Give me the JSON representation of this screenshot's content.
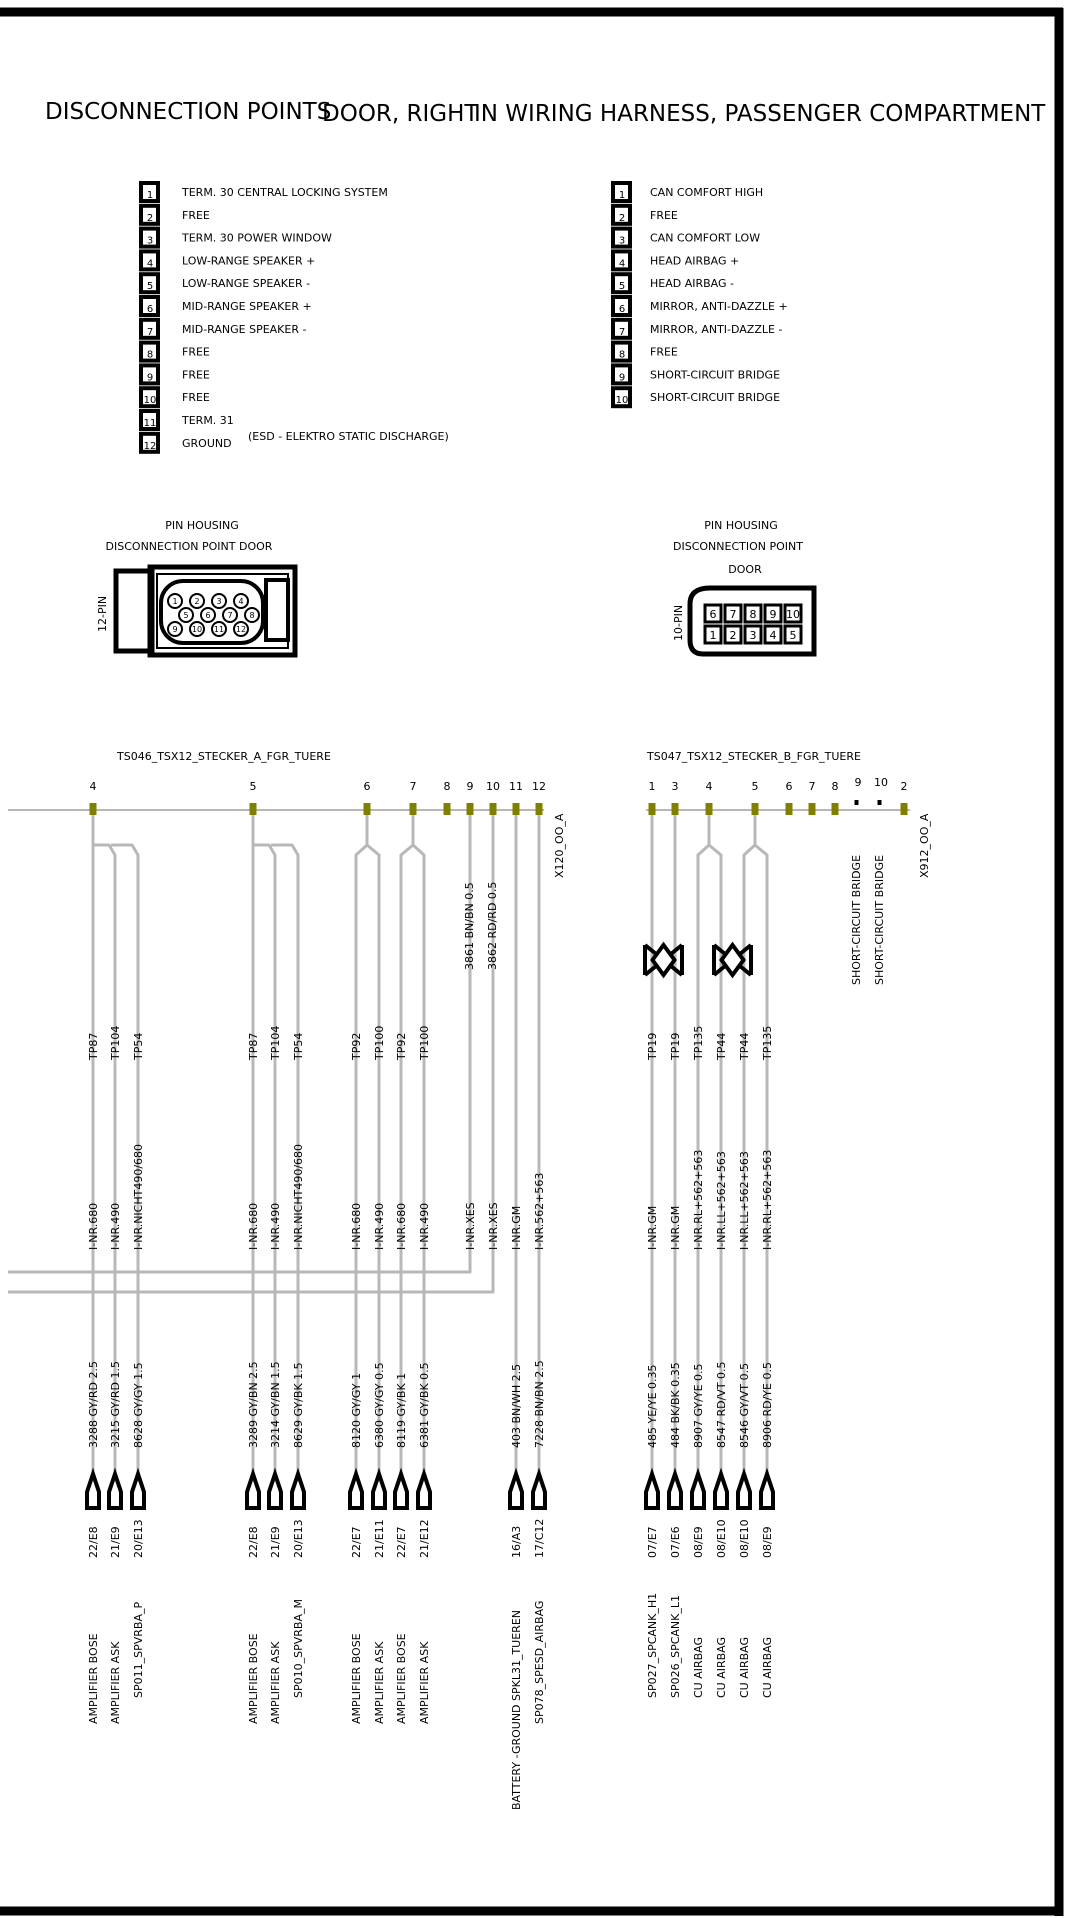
{
  "title": {
    "part1": "DISCONNECTION POINTS",
    "part2": "DOOR, RIGHT",
    "part3": "IN  WIRING HARNESS, PASSENGER COMPARTMENT"
  },
  "legend_left": [
    {
      "num": "1",
      "label": "TERM. 30 CENTRAL LOCKING SYSTEM"
    },
    {
      "num": "2",
      "label": "FREE"
    },
    {
      "num": "3",
      "label": "TERM. 30 POWER WINDOW"
    },
    {
      "num": "4",
      "label": "LOW-RANGE SPEAKER +"
    },
    {
      "num": "5",
      "label": "LOW-RANGE SPEAKER -"
    },
    {
      "num": "6",
      "label": "MID-RANGE SPEAKER +"
    },
    {
      "num": "7",
      "label": "MID-RANGE SPEAKER -"
    },
    {
      "num": "8",
      "label": "FREE"
    },
    {
      "num": "9",
      "label": "FREE"
    },
    {
      "num": "10",
      "label": "FREE"
    },
    {
      "num": "11",
      "label": "TERM. 31"
    },
    {
      "num": "12",
      "label": "GROUND"
    }
  ],
  "legend_left_note": "(ESD - ELEKTRO STATIC DISCHARGE)",
  "legend_right": [
    {
      "num": "1",
      "label": "CAN COMFORT HIGH"
    },
    {
      "num": "2",
      "label": "FREE"
    },
    {
      "num": "3",
      "label": "CAN COMFORT LOW"
    },
    {
      "num": "4",
      "label": "HEAD AIRBAG +"
    },
    {
      "num": "5",
      "label": "HEAD AIRBAG -"
    },
    {
      "num": "6",
      "label": "MIRROR, ANTI-DAZZLE +"
    },
    {
      "num": "7",
      "label": "MIRROR, ANTI-DAZZLE -"
    },
    {
      "num": "8",
      "label": "FREE"
    },
    {
      "num": "9",
      "label": "SHORT-CIRCUIT BRIDGE"
    },
    {
      "num": "10",
      "label": "SHORT-CIRCUIT BRIDGE"
    }
  ],
  "housing_left": {
    "line1": "PIN HOUSING",
    "line2": "DISCONNECTION POINT   DOOR",
    "pins_label": "12-PIN",
    "pins": [
      "1",
      "2",
      "3",
      "4",
      "5",
      "6",
      "7",
      "8",
      "9",
      "10",
      "11",
      "12"
    ]
  },
  "housing_right": {
    "line1": "PIN HOUSING",
    "line2": "DISCONNECTION POINT",
    "line3": "DOOR",
    "pins_label": "10-PIN",
    "top_row": [
      "6",
      "7",
      "8",
      "9",
      "10"
    ],
    "bottom_row": [
      "1",
      "2",
      "3",
      "4",
      "5"
    ]
  },
  "connector_a": {
    "name": "TS046_TSX12_STECKER_A_FGR_TUERE",
    "id": "X120_OO_A",
    "pins": [
      "4",
      "5",
      "6",
      "7",
      "8",
      "9",
      "10",
      "11",
      "12"
    ]
  },
  "connector_b": {
    "name": "TS047_TSX12_STECKER_B_FGR_TUERE",
    "id": "X912_OO_A",
    "pins": [
      "1",
      "3",
      "4",
      "5",
      "6",
      "7",
      "8",
      "9",
      "10",
      "2"
    ],
    "bridge_labels": [
      "SHORT-CIRCUIT BRIDGE",
      "SHORT-CIRCUIT BRIDGE"
    ]
  },
  "pass_wires": [
    "3861 BN/BN 0.5",
    "3862 RD/RD 0.5"
  ],
  "wires": [
    {
      "tp": "TP87",
      "inr": "I-NR.680",
      "wire": "3288 GY/RD 2.5",
      "loc": "22/E8",
      "dest": "AMPLIFIER   BOSE"
    },
    {
      "tp": "TP104",
      "inr": "I-NR.490",
      "wire": "3215 GY/RD 1.5",
      "loc": "21/E9",
      "dest": "AMPLIFIER    ASK"
    },
    {
      "tp": "TP54",
      "inr": "I-NR.NICHT490/680",
      "wire": "8628 GY/GY 1.5",
      "loc": "20/E13",
      "dest": "SP011_SPVRBA_P"
    },
    {
      "tp": "TP87",
      "inr": "I-NR.680",
      "wire": "3289 GY/BN 2.5",
      "loc": "22/E8",
      "dest": "AMPLIFIER   BOSE"
    },
    {
      "tp": "TP104",
      "inr": "I-NR.490",
      "wire": "3214 GY/BN 1.5",
      "loc": "21/E9",
      "dest": "AMPLIFIER    ASK"
    },
    {
      "tp": "TP54",
      "inr": "I-NR.NICHT490/680",
      "wire": "8629 GY/BK 1.5",
      "loc": "20/E13",
      "dest": "SP010_SPVRBA_M"
    },
    {
      "tp": "TP92",
      "inr": "I-NR.680",
      "wire": "8120 GY/GY 1",
      "loc": "22/E7",
      "dest": "AMPLIFIER   BOSE"
    },
    {
      "tp": "TP100",
      "inr": "I-NR.490",
      "wire": "6380 GY/GY 0.5",
      "loc": "21/E11",
      "dest": "AMPLIFIER    ASK"
    },
    {
      "tp": "TP92",
      "inr": "I-NR.680",
      "wire": "8119 GY/BK 1",
      "loc": "22/E7",
      "dest": "AMPLIFIER   BOSE"
    },
    {
      "tp": "TP100",
      "inr": "I-NR.490",
      "wire": "6381 GY/BK 0.5",
      "loc": "21/E12",
      "dest": "AMPLIFIER    ASK"
    },
    {
      "tp": "",
      "inr": "I-NR.XES",
      "wire": "",
      "loc": "",
      "dest": ""
    },
    {
      "tp": "",
      "inr": "I-NR.XES",
      "wire": "",
      "loc": "",
      "dest": ""
    },
    {
      "tp": "",
      "inr": "I-NR.GM",
      "wire": "403 BN/WH 2.5",
      "loc": "16/A3",
      "dest": "BATTERY -GROUND SPKL31_TUEREN"
    },
    {
      "tp": "",
      "inr": "I-NR.562+563",
      "wire": "7228 BN/BN 2.5",
      "loc": "17/C12",
      "dest": "SP078_SPESD_AIRBAG"
    },
    {
      "tp": "TP19",
      "inr": "I-NR.GM",
      "wire": "485 YE/YE 0.35",
      "loc": "07/E7",
      "dest": "SP027_SPCANK_H1"
    },
    {
      "tp": "TP19",
      "inr": "I-NR.GM",
      "wire": "484 BK/BK 0.35",
      "loc": "07/E6",
      "dest": "SP026_SPCANK_L1"
    },
    {
      "tp": "TP135",
      "inr": "I-NR.RL+562+563",
      "wire": "8907 GY/YE 0.5",
      "loc": "08/E9",
      "dest": "CU AIRBAG"
    },
    {
      "tp": "TP44",
      "inr": "I-NR.LL+562+563",
      "wire": "8547 RD/VT 0.5",
      "loc": "08/E10",
      "dest": "CU AIRBAG"
    },
    {
      "tp": "TP44",
      "inr": "I-NR.LL+562+563",
      "wire": "8546 GY/VT 0.5",
      "loc": "08/E10",
      "dest": "CU AIRBAG"
    },
    {
      "tp": "TP135",
      "inr": "I-NR.RL+562+563",
      "wire": "8906 RD/YE 0.5",
      "loc": "08/E9",
      "dest": "CU AIRBAG"
    }
  ],
  "colors": {
    "wire": "#b8b8b8",
    "pin": "#808000",
    "border": "#000000"
  }
}
